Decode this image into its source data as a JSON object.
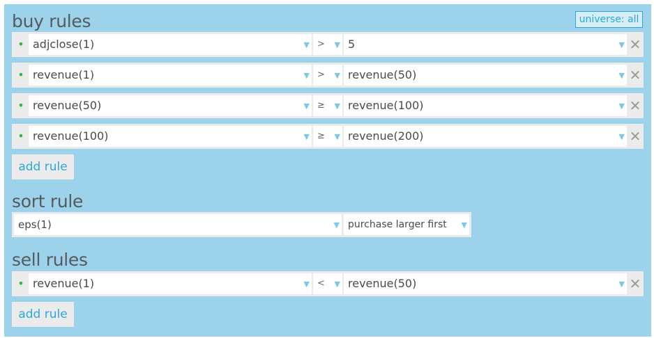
{
  "buy": {
    "title": "buy rules",
    "universe_label": "universe: all",
    "rules": [
      {
        "left": "adjclose(1)",
        "op": ">",
        "right": "5"
      },
      {
        "left": "revenue(1)",
        "op": ">",
        "right": "revenue(50)"
      },
      {
        "left": "revenue(50)",
        "op": "≥",
        "right": "revenue(100)"
      },
      {
        "left": "revenue(100)",
        "op": "≥",
        "right": "revenue(200)"
      }
    ],
    "add_label": "add rule"
  },
  "sort": {
    "title": "sort rule",
    "field": "eps(1)",
    "order": "purchase larger first"
  },
  "sell": {
    "title": "sell rules",
    "rules": [
      {
        "left": "revenue(1)",
        "op": "<",
        "right": "revenue(50)"
      }
    ],
    "add_label": "add rule"
  },
  "glyphs": {
    "bullet": "•",
    "dropdown": "▼",
    "remove": "✕"
  },
  "colors": {
    "panel": "#9dd3ea",
    "accent": "#2aa8de",
    "bullet": "#3db43d"
  }
}
